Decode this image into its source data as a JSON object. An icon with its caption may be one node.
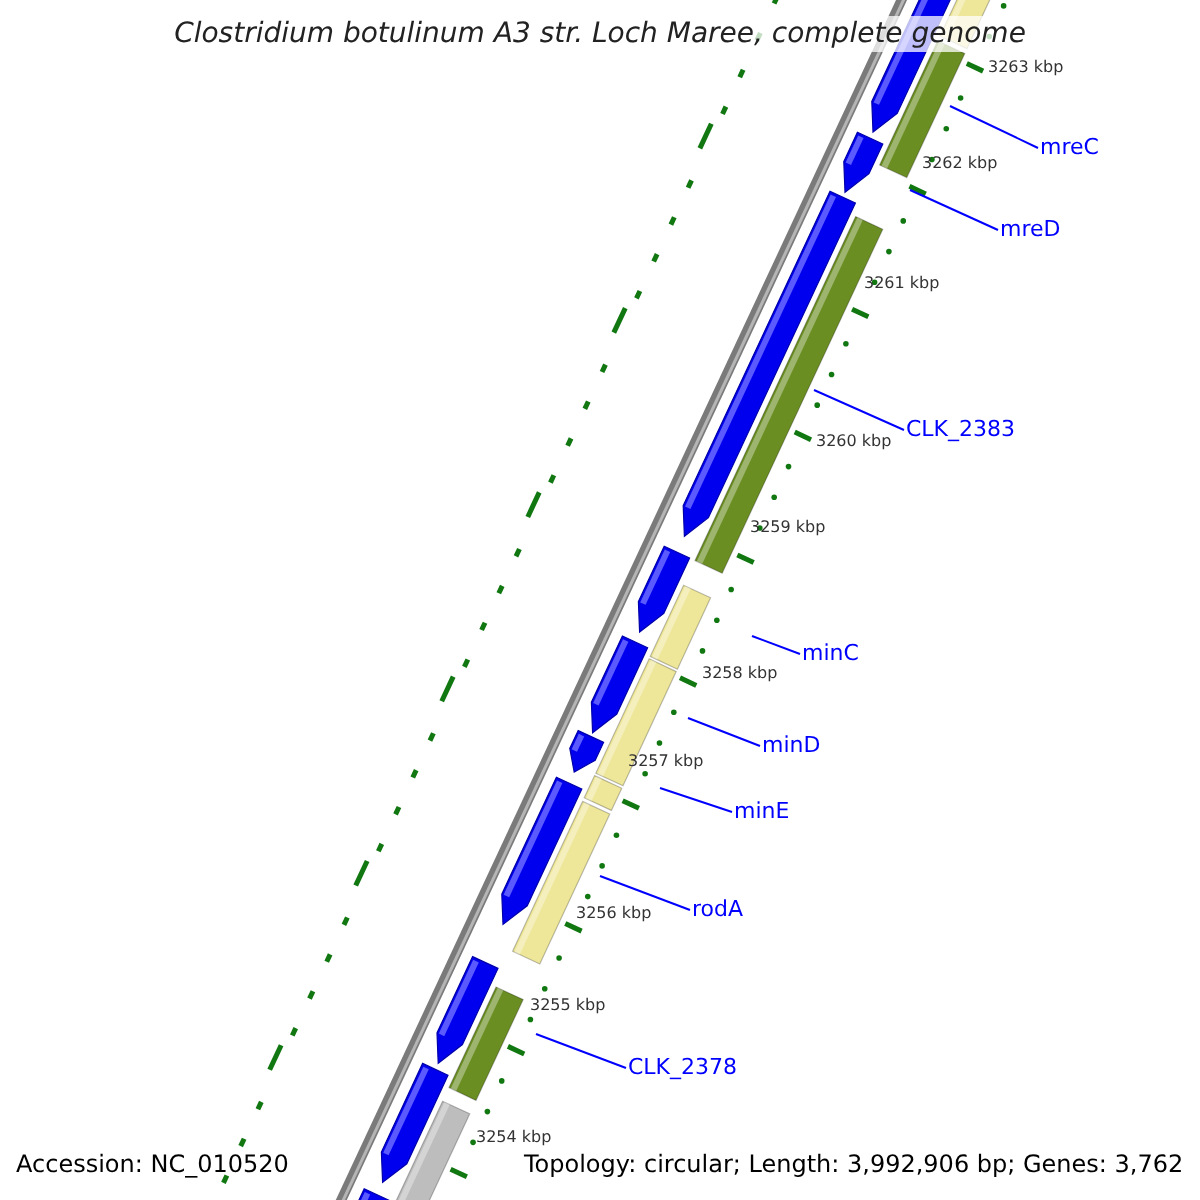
{
  "diagram": {
    "title": "Clostridium botulinum A3 str. Loch Maree, complete genome",
    "nodes": [
      {
        "text": [
          "mreC"
        ]
      },
      {
        "text": [
          "mreD"
        ]
      },
      {
        "text": [
          "CLK_2383"
        ]
      },
      {
        "text": [
          "minC"
        ]
      },
      {
        "text": [
          "minD"
        ]
      },
      {
        "text": [
          "minE"
        ]
      },
      {
        "text": [
          "rodA"
        ]
      },
      {
        "text": [
          "CLK_2378"
        ]
      }
    ],
    "edges": [
      {
        "from": 0,
        "to": null,
        "arrow": "none"
      },
      {
        "from": 1,
        "to": null,
        "arrow": "none"
      },
      {
        "from": 2,
        "to": null,
        "arrow": "none"
      },
      {
        "from": 3,
        "to": null,
        "arrow": "none"
      },
      {
        "from": 4,
        "to": null,
        "arrow": "none"
      },
      {
        "from": 5,
        "to": null,
        "arrow": "none"
      },
      {
        "from": 6,
        "to": null,
        "arrow": "none"
      },
      {
        "from": 7,
        "to": null,
        "arrow": "none"
      }
    ],
    "labels": [
      "3263 kbp",
      "3262 kbp",
      "3261 kbp",
      "3260 kbp",
      "3259 kbp",
      "3258 kbp",
      "3257 kbp",
      "3256 kbp",
      "3255 kbp",
      "3254 kbp",
      "Accession: NC_010520",
      "Topology: circular; Length: 3,992,906 bp; Genes: 3,762"
    ]
  }
}
